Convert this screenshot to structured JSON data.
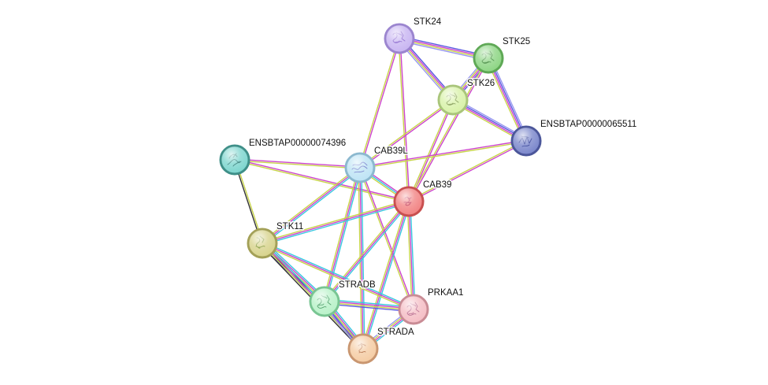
{
  "nodes": [
    {
      "label": "STK24",
      "color": "#c9b6f2",
      "border": "#9b85cf",
      "structure": "#7a52c8"
    },
    {
      "label": "STK25",
      "color": "#8fd686",
      "border": "#5ea855",
      "structure": "#2e7a2a"
    },
    {
      "label": "STK26",
      "color": "#d9f2aa",
      "border": "#a9c57a",
      "structure": "#6f8a3c"
    },
    {
      "label": "ENSBTAP00000065511",
      "color": "#7c88cc",
      "border": "#4b569a",
      "structure": "#1c2a8a"
    },
    {
      "label": "ENSBTAP00000074396",
      "color": "#7fd6cf",
      "border": "#3e8f88",
      "structure": "#1f6e68"
    },
    {
      "label": "CAB39L",
      "color": "#bfe4f5",
      "border": "#8bb8cf",
      "structure": "#5a62c0"
    },
    {
      "label": "CAB39",
      "color": "#f28585",
      "border": "#c84f4f",
      "structure": "#b0204a"
    },
    {
      "label": "STK11",
      "color": "#d8d48e",
      "border": "#a3a057",
      "structure": "#6e8a20"
    },
    {
      "label": "STRADB",
      "color": "#baf2ca",
      "border": "#78c592",
      "structure": "#2a8a4a"
    },
    {
      "label": "PRKAA1",
      "color": "#f5bfc6",
      "border": "#c98c95",
      "structure": "#a8507a"
    },
    {
      "label": "STRADA",
      "color": "#f5cda5",
      "border": "#c99670",
      "structure": "#a85a2a"
    }
  ],
  "evidence_colors": {
    "database": "#38c8e0",
    "experiments": "#cc44cc",
    "textmining": "#c8d44a",
    "coexpression": "#333333",
    "cooccurrence": "#5a5ae0",
    "homology": "#9898f0"
  },
  "edges": [
    {
      "from": "STK24",
      "to": "STK25",
      "lines": [
        "#5a5ae0",
        "#cc44cc",
        "#c8d44a",
        "#9898f0"
      ]
    },
    {
      "from": "STK24",
      "to": "STK26",
      "lines": [
        "#5a5ae0",
        "#cc44cc",
        "#c8d44a",
        "#9898f0"
      ]
    },
    {
      "from": "STK25",
      "to": "STK26",
      "lines": [
        "#5a5ae0",
        "#cc44cc",
        "#c8d44a",
        "#9898f0"
      ]
    },
    {
      "from": "STK25",
      "to": "ENSBTAP00000065511",
      "lines": [
        "#9898f0",
        "#5a5ae0",
        "#cc44cc",
        "#c8d44a"
      ]
    },
    {
      "from": "STK26",
      "to": "ENSBTAP00000065511",
      "lines": [
        "#9898f0",
        "#5a5ae0",
        "#cc44cc",
        "#c8d44a"
      ]
    },
    {
      "from": "STK24",
      "to": "CAB39L",
      "lines": [
        "#cc44cc",
        "#c8d44a"
      ]
    },
    {
      "from": "STK24",
      "to": "CAB39",
      "lines": [
        "#cc44cc",
        "#c8d44a"
      ]
    },
    {
      "from": "STK26",
      "to": "CAB39L",
      "lines": [
        "#cc44cc",
        "#c8d44a"
      ]
    },
    {
      "from": "STK26",
      "to": "CAB39",
      "lines": [
        "#cc44cc",
        "#c8d44a"
      ]
    },
    {
      "from": "STK25",
      "to": "CAB39",
      "lines": [
        "#cc44cc",
        "#c8d44a"
      ]
    },
    {
      "from": "ENSBTAP00000065511",
      "to": "CAB39L",
      "lines": [
        "#c8d44a",
        "#cc44cc"
      ]
    },
    {
      "from": "ENSBTAP00000065511",
      "to": "CAB39",
      "lines": [
        "#cc44cc",
        "#c8d44a"
      ]
    },
    {
      "from": "ENSBTAP00000074396",
      "to": "CAB39L",
      "lines": [
        "#cc44cc",
        "#c8d44a"
      ]
    },
    {
      "from": "ENSBTAP00000074396",
      "to": "CAB39",
      "lines": [
        "#cc44cc",
        "#c8d44a"
      ]
    },
    {
      "from": "ENSBTAP00000074396",
      "to": "STK11",
      "lines": [
        "#c8d44a",
        "#333333"
      ]
    },
    {
      "from": "CAB39L",
      "to": "CAB39",
      "lines": [
        "#cc44cc",
        "#38c8e0",
        "#c8d44a"
      ]
    },
    {
      "from": "CAB39L",
      "to": "STK11",
      "lines": [
        "#38c8e0",
        "#cc44cc",
        "#c8d44a"
      ]
    },
    {
      "from": "CAB39L",
      "to": "STRADB",
      "lines": [
        "#38c8e0",
        "#cc44cc",
        "#c8d44a"
      ]
    },
    {
      "from": "CAB39L",
      "to": "STRADA",
      "lines": [
        "#38c8e0",
        "#cc44cc",
        "#c8d44a"
      ]
    },
    {
      "from": "CAB39L",
      "to": "PRKAA1",
      "lines": [
        "#cc44cc",
        "#c8d44a"
      ]
    },
    {
      "from": "CAB39",
      "to": "STK11",
      "lines": [
        "#38c8e0",
        "#cc44cc",
        "#c8d44a"
      ]
    },
    {
      "from": "CAB39",
      "to": "STRADB",
      "lines": [
        "#38c8e0",
        "#cc44cc",
        "#c8d44a"
      ]
    },
    {
      "from": "CAB39",
      "to": "STRADA",
      "lines": [
        "#38c8e0",
        "#cc44cc",
        "#c8d44a"
      ]
    },
    {
      "from": "CAB39",
      "to": "PRKAA1",
      "lines": [
        "#38c8e0",
        "#cc44cc",
        "#c8d44a"
      ]
    },
    {
      "from": "STK11",
      "to": "STRADB",
      "lines": [
        "#38c8e0",
        "#cc44cc",
        "#c8d44a",
        "#333333",
        "#5a5ae0"
      ]
    },
    {
      "from": "STK11",
      "to": "STRADA",
      "lines": [
        "#38c8e0",
        "#cc44cc",
        "#c8d44a",
        "#333333"
      ]
    },
    {
      "from": "STK11",
      "to": "PRKAA1",
      "lines": [
        "#38c8e0",
        "#cc44cc",
        "#c8d44a"
      ]
    },
    {
      "from": "STRADB",
      "to": "PRKAA1",
      "lines": [
        "#38c8e0",
        "#cc44cc",
        "#c8d44a",
        "#5a5ae0"
      ]
    },
    {
      "from": "STRADB",
      "to": "STRADA",
      "lines": [
        "#38c8e0",
        "#cc44cc",
        "#c8d44a",
        "#5a5ae0",
        "#9898f0"
      ]
    },
    {
      "from": "PRKAA1",
      "to": "STRADA",
      "lines": [
        "#38c8e0",
        "#cc44cc",
        "#c8d44a",
        "#9898f0"
      ]
    }
  ]
}
